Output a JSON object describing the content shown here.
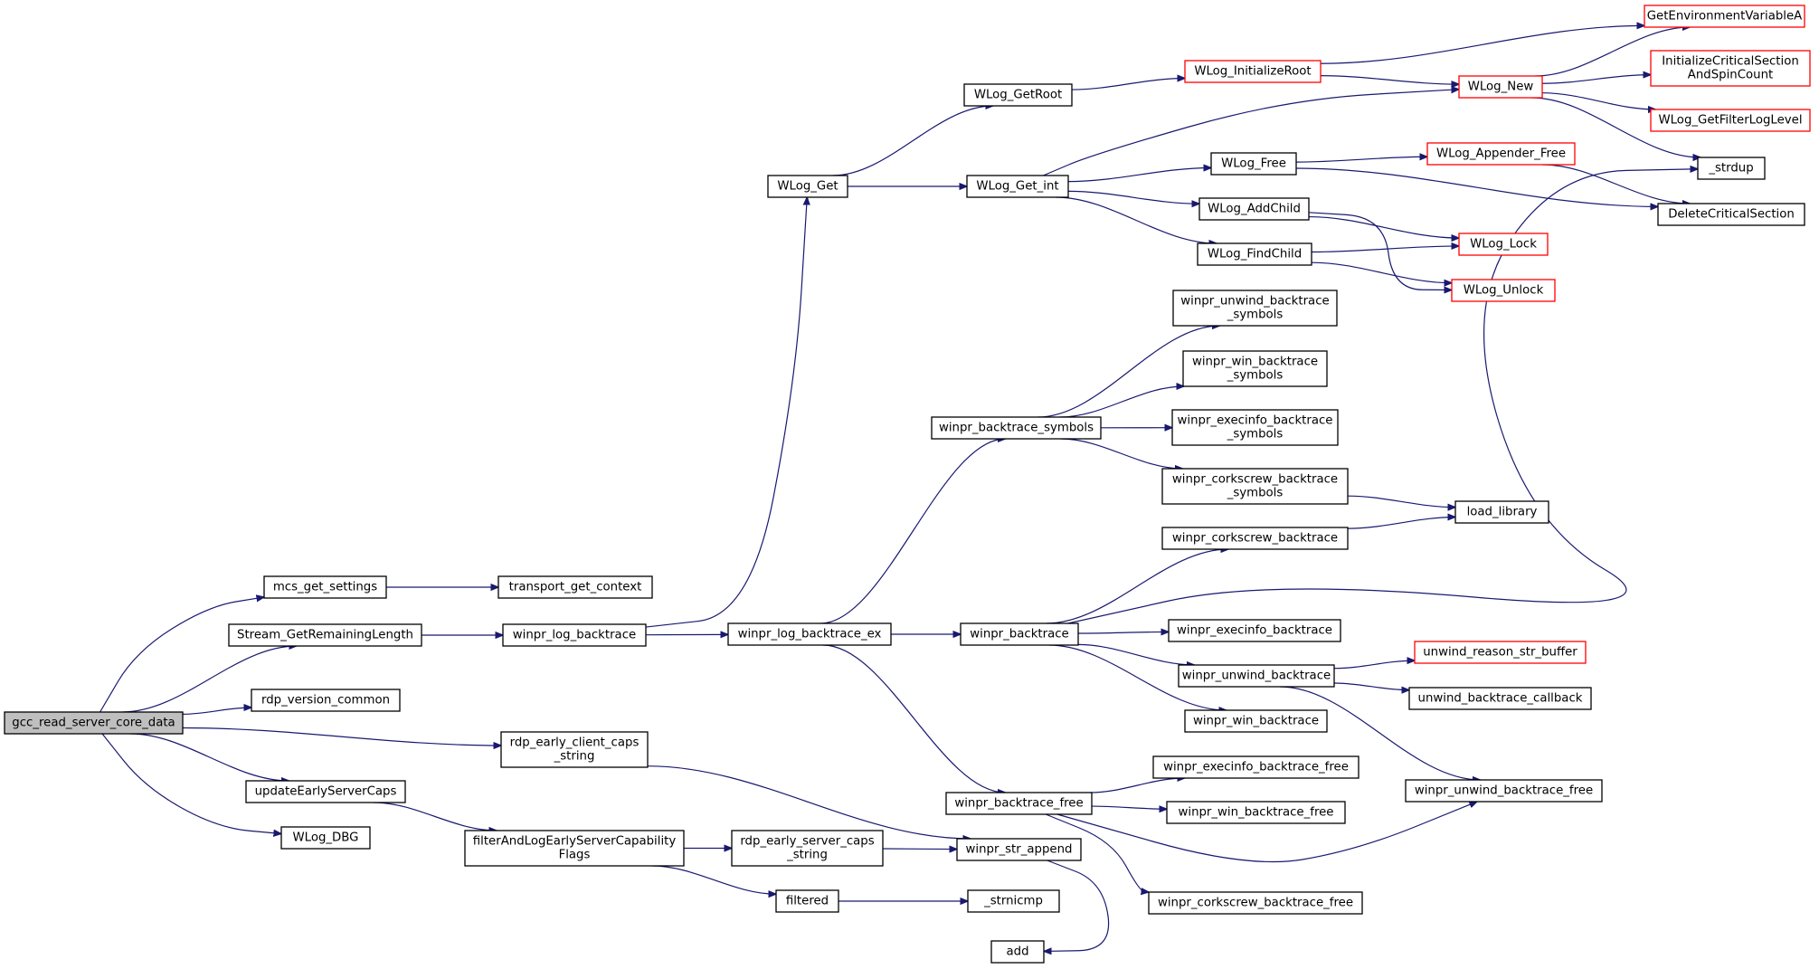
{
  "graph": {
    "nodes": [
      {
        "id": "gcc_read_server_core_data",
        "label": "gcc_read_server_core_data",
        "kind": "root"
      },
      {
        "id": "mcs_get_settings",
        "label": "mcs_get_settings",
        "kind": "normal"
      },
      {
        "id": "transport_get_context",
        "label": "transport_get_context",
        "kind": "normal"
      },
      {
        "id": "Stream_GetRemainingLength",
        "label": "Stream_GetRemainingLength",
        "kind": "normal"
      },
      {
        "id": "winpr_log_backtrace",
        "label": "winpr_log_backtrace",
        "kind": "normal"
      },
      {
        "id": "winpr_log_backtrace_ex",
        "label": "winpr_log_backtrace_ex",
        "kind": "normal"
      },
      {
        "id": "rdp_version_common",
        "label": "rdp_version_common",
        "kind": "normal"
      },
      {
        "id": "rdp_early_client_caps_string",
        "label": "rdp_early_client_caps\n_string",
        "kind": "normal"
      },
      {
        "id": "updateEarlyServerCaps",
        "label": "updateEarlyServerCaps",
        "kind": "normal"
      },
      {
        "id": "filterAndLogEarlyServerCapabilityFlags",
        "label": "filterAndLogEarlyServerCapability\nFlags",
        "kind": "normal"
      },
      {
        "id": "WLog_DBG",
        "label": "WLog_DBG",
        "kind": "normal"
      },
      {
        "id": "rdp_early_server_caps_string",
        "label": "rdp_early_server_caps\n_string",
        "kind": "normal"
      },
      {
        "id": "winpr_str_append",
        "label": "winpr_str_append",
        "kind": "normal"
      },
      {
        "id": "filtered",
        "label": "filtered",
        "kind": "normal"
      },
      {
        "id": "_strnicmp",
        "label": "_strnicmp",
        "kind": "normal"
      },
      {
        "id": "add",
        "label": "add",
        "kind": "normal"
      },
      {
        "id": "WLog_Get",
        "label": "WLog_Get",
        "kind": "normal"
      },
      {
        "id": "WLog_GetRoot",
        "label": "WLog_GetRoot",
        "kind": "normal"
      },
      {
        "id": "WLog_Get_int",
        "label": "WLog_Get_int",
        "kind": "normal"
      },
      {
        "id": "WLog_InitializeRoot",
        "label": "WLog_InitializeRoot",
        "kind": "ext"
      },
      {
        "id": "WLog_Free",
        "label": "WLog_Free",
        "kind": "normal"
      },
      {
        "id": "WLog_AddChild",
        "label": "WLog_AddChild",
        "kind": "normal"
      },
      {
        "id": "WLog_FindChild",
        "label": "WLog_FindChild",
        "kind": "normal"
      },
      {
        "id": "WLog_New",
        "label": "WLog_New",
        "kind": "ext"
      },
      {
        "id": "WLog_Appender_Free",
        "label": "WLog_Appender_Free",
        "kind": "ext"
      },
      {
        "id": "WLog_Lock",
        "label": "WLog_Lock",
        "kind": "ext"
      },
      {
        "id": "WLog_Unlock",
        "label": "WLog_Unlock",
        "kind": "ext"
      },
      {
        "id": "GetEnvironmentVariableA",
        "label": "GetEnvironmentVariableA",
        "kind": "ext"
      },
      {
        "id": "InitializeCriticalSectionAndSpinCount",
        "label": "InitializeCriticalSection\nAndSpinCount",
        "kind": "ext"
      },
      {
        "id": "WLog_GetFilterLogLevel",
        "label": "WLog_GetFilterLogLevel",
        "kind": "ext"
      },
      {
        "id": "_strdup",
        "label": "_strdup",
        "kind": "normal"
      },
      {
        "id": "DeleteCriticalSection",
        "label": "DeleteCriticalSection",
        "kind": "normal"
      },
      {
        "id": "winpr_backtrace_symbols",
        "label": "winpr_backtrace_symbols",
        "kind": "normal"
      },
      {
        "id": "winpr_unwind_backtrace_symbols",
        "label": "winpr_unwind_backtrace\n_symbols",
        "kind": "normal"
      },
      {
        "id": "winpr_win_backtrace_symbols",
        "label": "winpr_win_backtrace\n_symbols",
        "kind": "normal"
      },
      {
        "id": "winpr_execinfo_backtrace_symbols",
        "label": "winpr_execinfo_backtrace\n_symbols",
        "kind": "normal"
      },
      {
        "id": "winpr_corkscrew_backtrace_symbols",
        "label": "winpr_corkscrew_backtrace\n_symbols",
        "kind": "normal"
      },
      {
        "id": "load_library",
        "label": "load_library",
        "kind": "normal"
      },
      {
        "id": "winpr_corkscrew_backtrace",
        "label": "winpr_corkscrew_backtrace",
        "kind": "normal"
      },
      {
        "id": "winpr_backtrace",
        "label": "winpr_backtrace",
        "kind": "normal"
      },
      {
        "id": "winpr_execinfo_backtrace",
        "label": "winpr_execinfo_backtrace",
        "kind": "normal"
      },
      {
        "id": "winpr_unwind_backtrace",
        "label": "winpr_unwind_backtrace",
        "kind": "normal"
      },
      {
        "id": "winpr_win_backtrace",
        "label": "winpr_win_backtrace",
        "kind": "normal"
      },
      {
        "id": "unwind_reason_str_buffer",
        "label": "unwind_reason_str_buffer",
        "kind": "ext"
      },
      {
        "id": "unwind_backtrace_callback",
        "label": "unwind_backtrace_callback",
        "kind": "normal"
      },
      {
        "id": "winpr_unwind_backtrace_free",
        "label": "winpr_unwind_backtrace_free",
        "kind": "normal"
      },
      {
        "id": "winpr_backtrace_free",
        "label": "winpr_backtrace_free",
        "kind": "normal"
      },
      {
        "id": "winpr_execinfo_backtrace_free",
        "label": "winpr_execinfo_backtrace_free",
        "kind": "normal"
      },
      {
        "id": "winpr_win_backtrace_free",
        "label": "winpr_win_backtrace_free",
        "kind": "normal"
      },
      {
        "id": "winpr_corkscrew_backtrace_free",
        "label": "winpr_corkscrew_backtrace_free",
        "kind": "normal"
      }
    ],
    "edges": [
      [
        "gcc_read_server_core_data",
        "mcs_get_settings"
      ],
      [
        "gcc_read_server_core_data",
        "Stream_GetRemainingLength"
      ],
      [
        "gcc_read_server_core_data",
        "rdp_version_common"
      ],
      [
        "gcc_read_server_core_data",
        "rdp_early_client_caps_string"
      ],
      [
        "gcc_read_server_core_data",
        "updateEarlyServerCaps"
      ],
      [
        "gcc_read_server_core_data",
        "WLog_DBG"
      ],
      [
        "mcs_get_settings",
        "transport_get_context"
      ],
      [
        "Stream_GetRemainingLength",
        "winpr_log_backtrace"
      ],
      [
        "winpr_log_backtrace",
        "WLog_Get"
      ],
      [
        "winpr_log_backtrace",
        "winpr_log_backtrace_ex"
      ],
      [
        "winpr_log_backtrace_ex",
        "winpr_backtrace_symbols"
      ],
      [
        "winpr_log_backtrace_ex",
        "winpr_backtrace"
      ],
      [
        "winpr_log_backtrace_ex",
        "winpr_backtrace_free"
      ],
      [
        "rdp_early_client_caps_string",
        "winpr_str_append"
      ],
      [
        "updateEarlyServerCaps",
        "filterAndLogEarlyServerCapabilityFlags"
      ],
      [
        "filterAndLogEarlyServerCapabilityFlags",
        "rdp_early_server_caps_string"
      ],
      [
        "filterAndLogEarlyServerCapabilityFlags",
        "filtered"
      ],
      [
        "rdp_early_server_caps_string",
        "winpr_str_append"
      ],
      [
        "winpr_str_append",
        "add"
      ],
      [
        "filtered",
        "_strnicmp"
      ],
      [
        "WLog_Get",
        "WLog_GetRoot"
      ],
      [
        "WLog_Get",
        "WLog_Get_int"
      ],
      [
        "WLog_GetRoot",
        "WLog_InitializeRoot"
      ],
      [
        "WLog_InitializeRoot",
        "GetEnvironmentVariableA"
      ],
      [
        "WLog_InitializeRoot",
        "WLog_New"
      ],
      [
        "WLog_Get_int",
        "WLog_New"
      ],
      [
        "WLog_Get_int",
        "WLog_Free"
      ],
      [
        "WLog_Get_int",
        "WLog_AddChild"
      ],
      [
        "WLog_Get_int",
        "WLog_FindChild"
      ],
      [
        "WLog_New",
        "GetEnvironmentVariableA"
      ],
      [
        "WLog_New",
        "InitializeCriticalSectionAndSpinCount"
      ],
      [
        "WLog_New",
        "WLog_GetFilterLogLevel"
      ],
      [
        "WLog_New",
        "_strdup"
      ],
      [
        "WLog_Free",
        "WLog_Appender_Free"
      ],
      [
        "WLog_Free",
        "DeleteCriticalSection"
      ],
      [
        "WLog_Appender_Free",
        "DeleteCriticalSection"
      ],
      [
        "WLog_AddChild",
        "WLog_Lock"
      ],
      [
        "WLog_AddChild",
        "WLog_Unlock"
      ],
      [
        "WLog_FindChild",
        "WLog_Lock"
      ],
      [
        "WLog_FindChild",
        "WLog_Unlock"
      ],
      [
        "winpr_backtrace_symbols",
        "winpr_unwind_backtrace_symbols"
      ],
      [
        "winpr_backtrace_symbols",
        "winpr_win_backtrace_symbols"
      ],
      [
        "winpr_backtrace_symbols",
        "winpr_execinfo_backtrace_symbols"
      ],
      [
        "winpr_backtrace_symbols",
        "winpr_corkscrew_backtrace_symbols"
      ],
      [
        "winpr_corkscrew_backtrace_symbols",
        "load_library"
      ],
      [
        "winpr_corkscrew_backtrace",
        "load_library"
      ],
      [
        "winpr_backtrace",
        "_strdup"
      ],
      [
        "winpr_backtrace",
        "winpr_corkscrew_backtrace"
      ],
      [
        "winpr_backtrace",
        "winpr_execinfo_backtrace"
      ],
      [
        "winpr_backtrace",
        "winpr_unwind_backtrace"
      ],
      [
        "winpr_backtrace",
        "winpr_win_backtrace"
      ],
      [
        "winpr_unwind_backtrace",
        "unwind_reason_str_buffer"
      ],
      [
        "winpr_unwind_backtrace",
        "unwind_backtrace_callback"
      ],
      [
        "winpr_unwind_backtrace",
        "winpr_unwind_backtrace_free"
      ],
      [
        "winpr_backtrace_free",
        "winpr_execinfo_backtrace_free"
      ],
      [
        "winpr_backtrace_free",
        "winpr_win_backtrace_free"
      ],
      [
        "winpr_backtrace_free",
        "winpr_unwind_backtrace_free"
      ],
      [
        "winpr_backtrace_free",
        "winpr_corkscrew_backtrace_free"
      ]
    ]
  }
}
